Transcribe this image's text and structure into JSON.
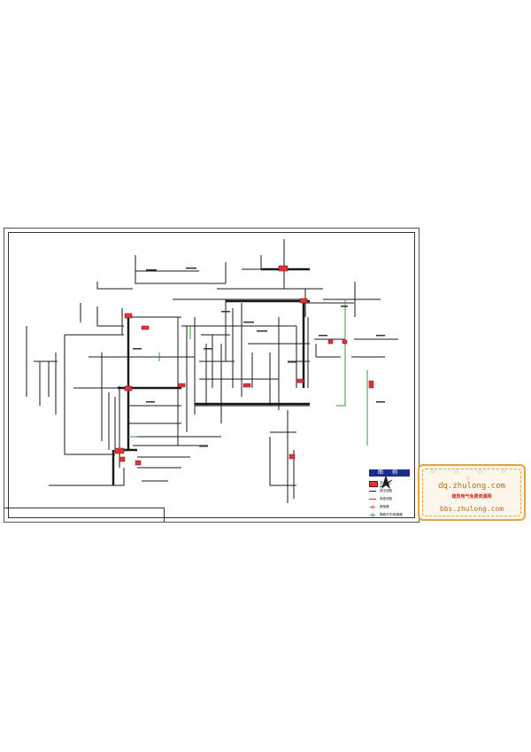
{
  "legend": {
    "title": "图 例",
    "items": [
      {
        "label": "变 电 站",
        "symbol": "red-box",
        "color": "#e0343a"
      },
      {
        "label": "架空线路",
        "symbol": "line",
        "color": "#222222"
      },
      {
        "label": "电缆线路",
        "symbol": "line",
        "color": "#d32f2f"
      },
      {
        "label": "断路器",
        "symbol": "tick",
        "color": "#d32f2f"
      },
      {
        "label": "隔离开关/断路器",
        "symbol": "cross",
        "color": "#2e9e3a"
      }
    ]
  },
  "watermark": {
    "dots": "◇ ◇ ◇ ◇ ◇",
    "top_text": "dq.zhulong.com",
    "mid_text": "建筑电气免费资源网",
    "bottom_text": "bbs.zhulong.com",
    "border_color": "#e8a23c"
  },
  "colors": {
    "line": "#1a1a1a",
    "substation": "#e0343a",
    "green_line": "#2e9e3a",
    "legend_header": "#1a2f8a"
  }
}
